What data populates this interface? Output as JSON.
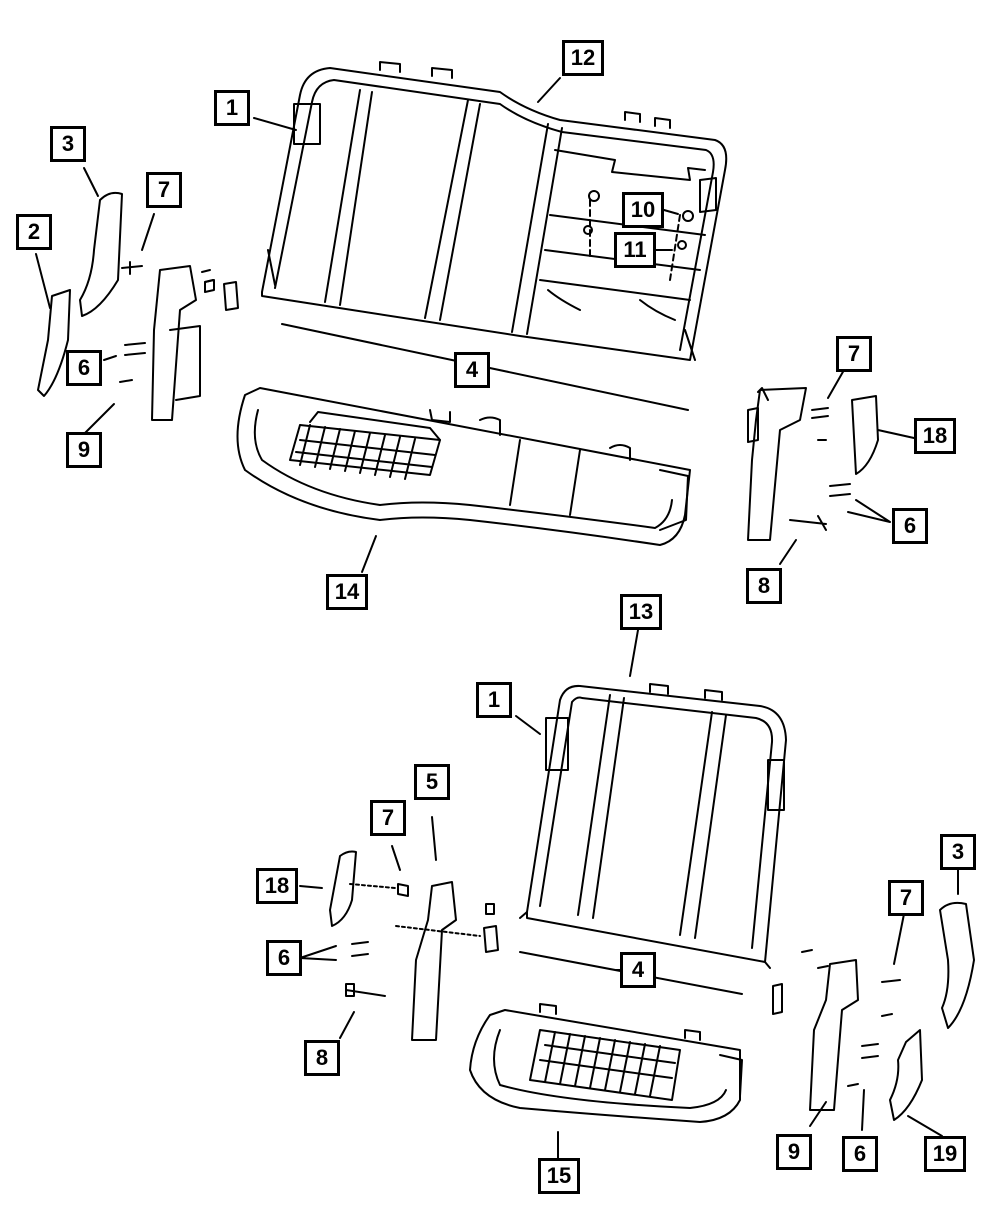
{
  "diagram": {
    "stroke_color": "#000000",
    "background_color": "#ffffff",
    "callouts": [
      {
        "id": "c1-top",
        "label": "1"
      },
      {
        "id": "c12",
        "label": "12"
      },
      {
        "id": "c3-left",
        "label": "3"
      },
      {
        "id": "c7-left",
        "label": "7"
      },
      {
        "id": "c2",
        "label": "2"
      },
      {
        "id": "c10",
        "label": "10"
      },
      {
        "id": "c11",
        "label": "11"
      },
      {
        "id": "c6-left",
        "label": "6"
      },
      {
        "id": "c4-top",
        "label": "4"
      },
      {
        "id": "c9-left",
        "label": "9"
      },
      {
        "id": "c7-right",
        "label": "7"
      },
      {
        "id": "c18-right",
        "label": "18"
      },
      {
        "id": "c6-right",
        "label": "6"
      },
      {
        "id": "c14",
        "label": "14"
      },
      {
        "id": "c8-right",
        "label": "8"
      },
      {
        "id": "c13",
        "label": "13"
      },
      {
        "id": "c1-bottom",
        "label": "1"
      },
      {
        "id": "c5",
        "label": "5"
      },
      {
        "id": "c7-lower-left",
        "label": "7"
      },
      {
        "id": "c3-lower-right",
        "label": "3"
      },
      {
        "id": "c18-lower-left",
        "label": "18"
      },
      {
        "id": "c7-lower-right",
        "label": "7"
      },
      {
        "id": "c6-lower-left",
        "label": "6"
      },
      {
        "id": "c4-bottom",
        "label": "4"
      },
      {
        "id": "c8-lower-left",
        "label": "8"
      },
      {
        "id": "c15",
        "label": "15"
      },
      {
        "id": "c9-lower-right",
        "label": "9"
      },
      {
        "id": "c6-lower-right",
        "label": "6"
      },
      {
        "id": "c19",
        "label": "19"
      }
    ]
  }
}
